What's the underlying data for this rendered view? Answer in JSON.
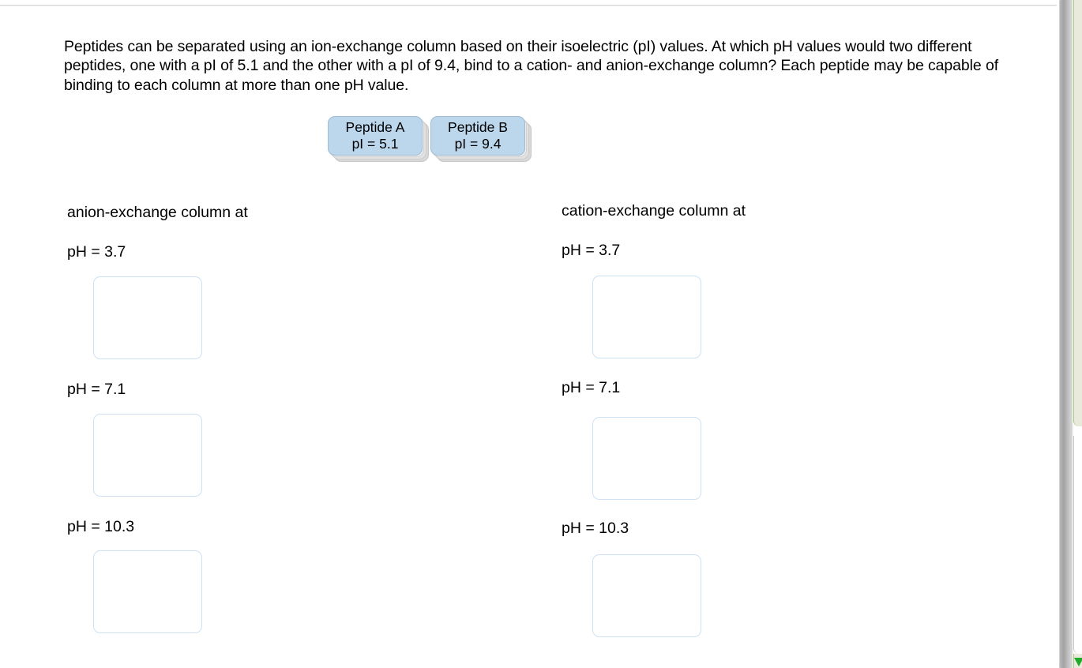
{
  "question": {
    "text": "Peptides can be separated using an ion-exchange column based on their isoelectric (pI) values. At which pH values would two different peptides, one with a pI of 5.1 and the other with a pI of 9.4, bind to a cation- and anion-exchange column? Each peptide may be capable of binding to each column at more than one pH value."
  },
  "palette": {
    "tile_fill": "#bcd6ec",
    "tile_border": "#9ebdd8",
    "dropzone_border": "#cfe1f4",
    "text": "#000000",
    "scroll_arrow": "#1faa29",
    "side_panel": "#e9eadc"
  },
  "tiles": [
    {
      "name": "Peptide A",
      "value": "pI = 5.1"
    },
    {
      "name": "Peptide B",
      "value": "pI = 9.4"
    }
  ],
  "columns": [
    {
      "title": "anion-exchange column at",
      "slots": [
        {
          "label": "pH = 3.7",
          "content": ""
        },
        {
          "label": "pH = 7.1",
          "content": ""
        },
        {
          "label": "pH = 10.3",
          "content": ""
        }
      ]
    },
    {
      "title": "cation-exchange column at",
      "slots": [
        {
          "label": "pH = 3.7",
          "content": ""
        },
        {
          "label": "pH = 7.1",
          "content": ""
        },
        {
          "label": "pH = 10.3",
          "content": ""
        }
      ]
    }
  ],
  "chrome": {
    "scroll_down_icon": "triangle-down-icon",
    "scrollbar_vertical": "vertical-scrollbar"
  }
}
